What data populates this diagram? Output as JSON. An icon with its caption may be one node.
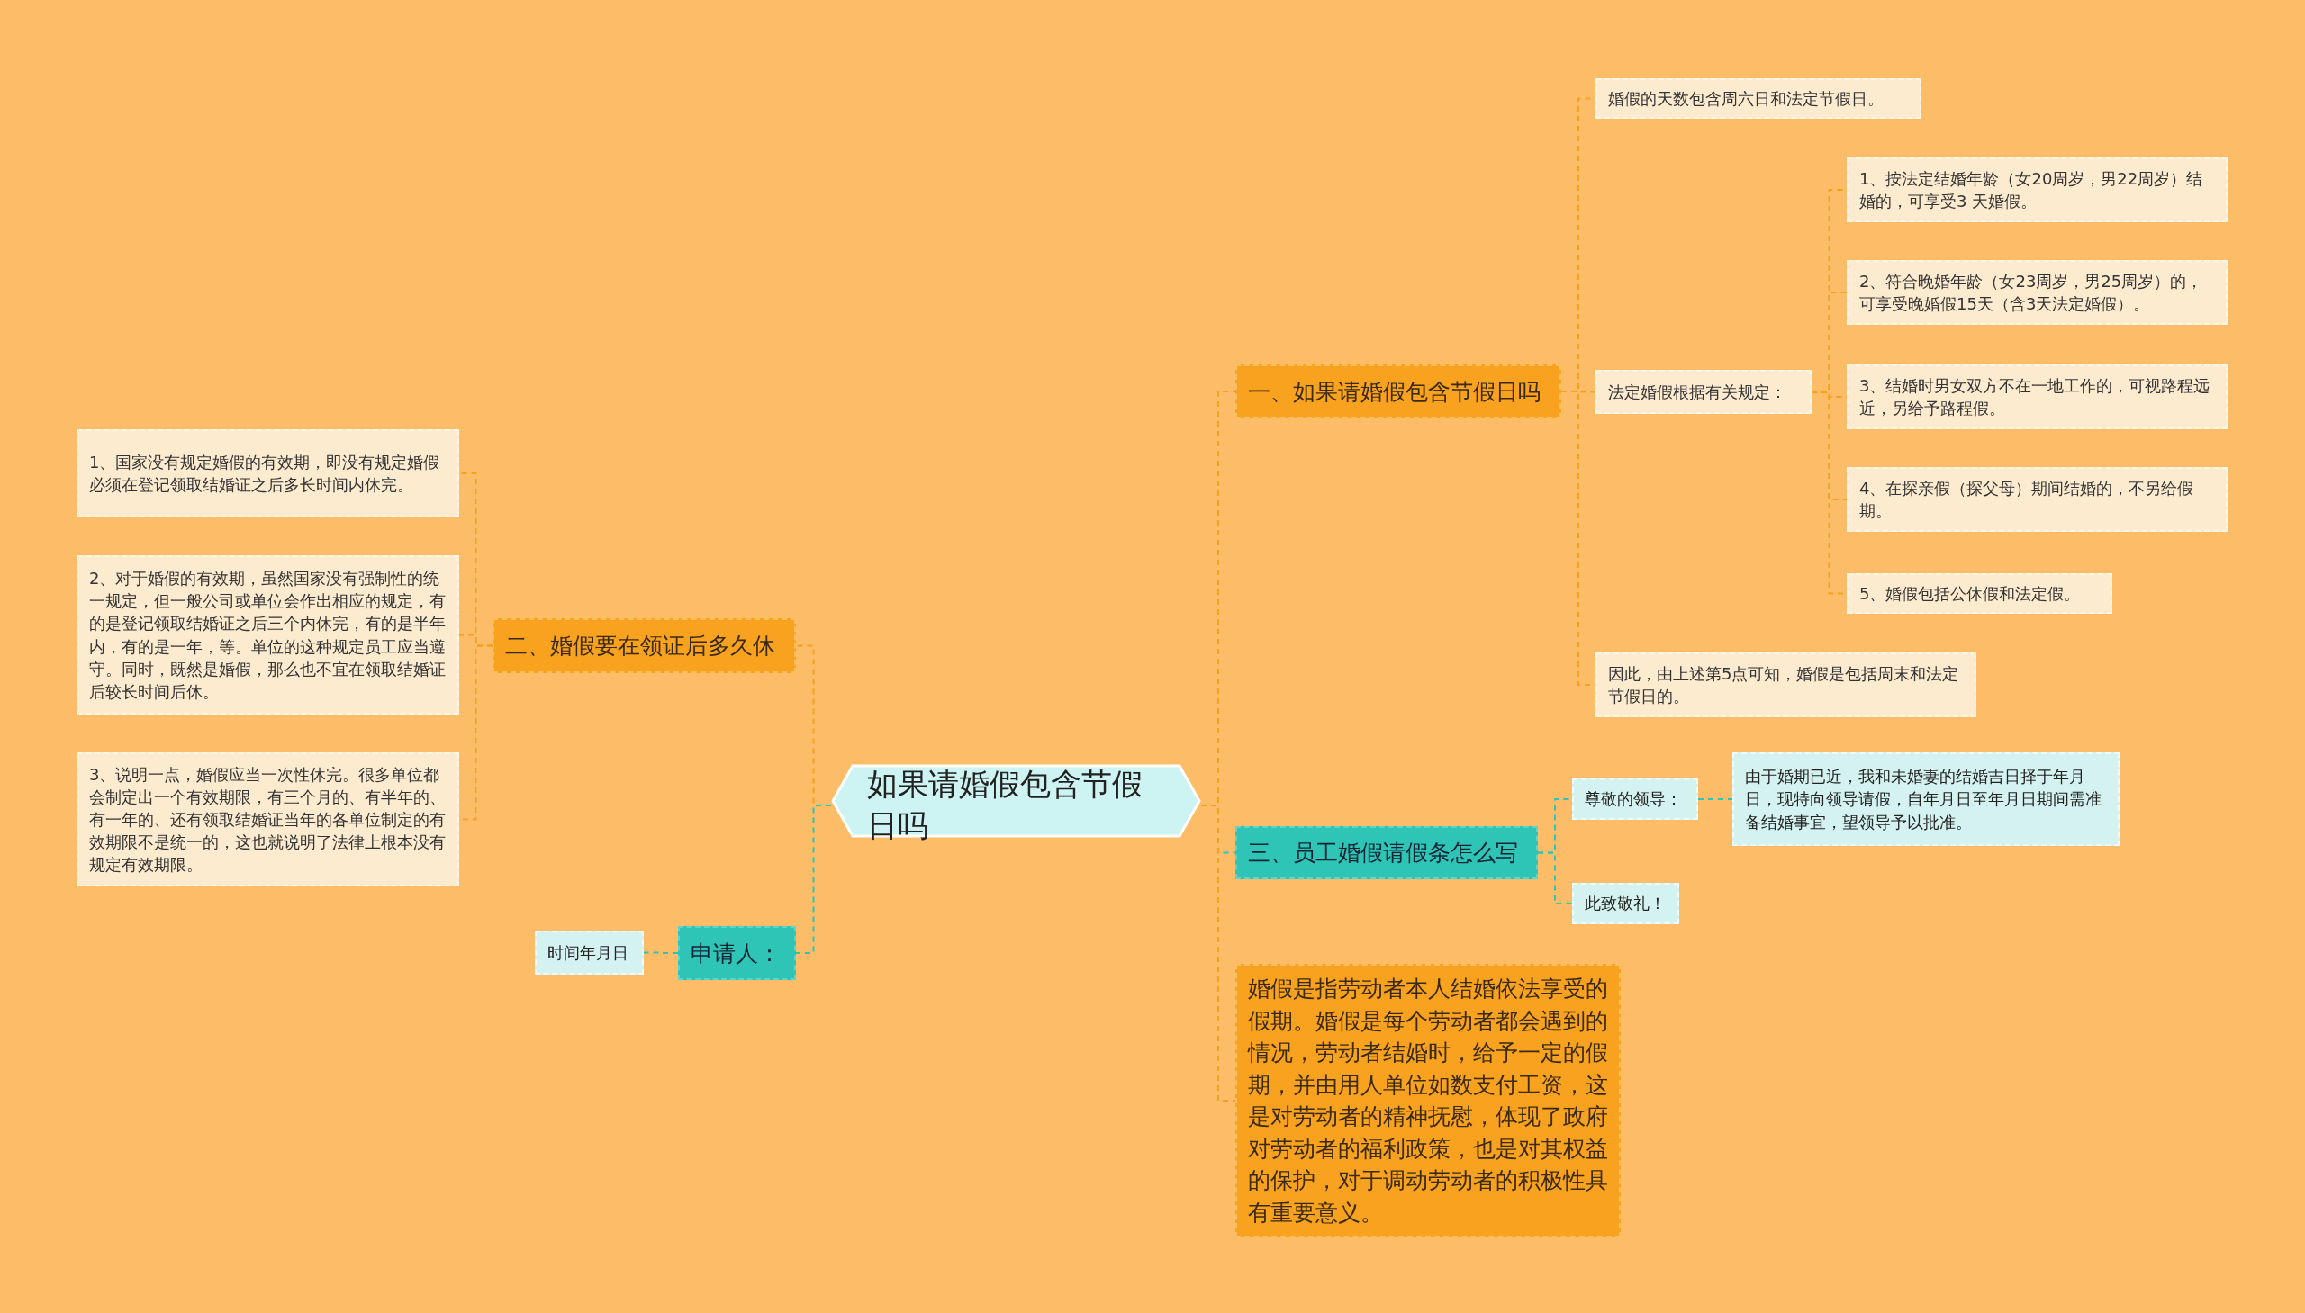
{
  "diagram": {
    "nodes": [
      {
        "text": [
          "如果请婚假包含节假日吗"
        ]
      },
      {
        "text": [
          "一、如果请婚假包含节假日吗"
        ]
      },
      {
        "text": [
          "婚假的天数包含周六日和法定节假日。"
        ]
      },
      {
        "text": [
          "法定婚假根据有关规定："
        ]
      },
      {
        "text": [
          "1、按法定结婚年龄（女20周岁，男22周岁）结婚的，可享受3 天婚假。"
        ]
      },
      {
        "text": [
          "2、符合晚婚年龄（女23周岁，男25周岁）的，可享受晚婚假15天（含3天法定婚假）。"
        ]
      },
      {
        "text": [
          "3、结婚时男女双方不在一地工作的，可视路程远近，另给予路程假。"
        ]
      },
      {
        "text": [
          "4、在探亲假（探父母）期间结婚的，不另给假期。"
        ]
      },
      {
        "text": [
          "5、婚假包括公休假和法定假。"
        ]
      },
      {
        "text": [
          "因此，由上述第5点可知，婚假是包括周末和法定节假日的。"
        ]
      },
      {
        "text": [
          "三、员工婚假请假条怎么写"
        ]
      },
      {
        "text": [
          "尊敬的领导："
        ]
      },
      {
        "text": [
          "由于婚期已近，我和未婚妻的结婚吉日择于年月日，现特向领导请假，自年月日至年月日期间需准备结婚事宜，望领导予以批准。"
        ]
      },
      {
        "text": [
          "此致敬礼！"
        ]
      },
      {
        "text": [
          "婚假是指劳动者本人结婚依法享受的假期。婚假是每个劳动者都会遇到的情况，劳动者结婚时，给予一定的假期，并由用人单位如数支付工资，这是对劳动者的精神抚慰，体现了政府对劳动者的福利政策，也是对其权益的保护，对于调动劳动者的积极性具有重要意义。"
        ]
      },
      {
        "text": [
          "二、婚假要在领证后多久休"
        ]
      },
      {
        "text": [
          "1、国家没有规定婚假的有效期，即没有规定婚假必须在登记领取结婚证之后多长时间内休完。"
        ]
      },
      {
        "text": [
          "2、对于婚假的有效期，虽然国家没有强制性的统一规定，但一般公司或单位会作出相应的规定，有的是登记领取结婚证之后三个内休完，有的是半年内，有的是一年，等。单位的这种规定员工应当遵守。同时，既然是婚假，那么也不宜在领取结婚证后较长时间后休。"
        ]
      },
      {
        "text": [
          "3、说明一点，婚假应当一次性休完。很多单位都会制定出一个有效期限，有三个月的、有半年的、有一年的、还有领取结婚证当年的各单位制定的有效期限不是统一的，这也就说明了法律上根本没有规定有效期限。"
        ]
      },
      {
        "text": [
          "申请人："
        ]
      },
      {
        "text": [
          "时间年月日"
        ]
      }
    ],
    "edges": [
      {
        "from": 0,
        "to": 1,
        "arrow": "none",
        "style": "dashed"
      },
      {
        "from": 1,
        "to": 2,
        "arrow": "none",
        "style": "dashed"
      },
      {
        "from": 1,
        "to": 3,
        "arrow": "none",
        "style": "dashed"
      },
      {
        "from": 3,
        "to": 4,
        "arrow": "none",
        "style": "dashed"
      },
      {
        "from": 3,
        "to": 5,
        "arrow": "none",
        "style": "dashed"
      },
      {
        "from": 3,
        "to": 6,
        "arrow": "none",
        "style": "dashed"
      },
      {
        "from": 3,
        "to": 7,
        "arrow": "none",
        "style": "dashed"
      },
      {
        "from": 3,
        "to": 8,
        "arrow": "none",
        "style": "dashed"
      },
      {
        "from": 1,
        "to": 9,
        "arrow": "none",
        "style": "dashed"
      },
      {
        "from": 0,
        "to": 10,
        "arrow": "none",
        "style": "dashed",
        "color": "#2ec4b6"
      },
      {
        "from": 10,
        "to": 11,
        "arrow": "none",
        "style": "dashed",
        "color": "#2ec4b6"
      },
      {
        "from": 11,
        "to": 12,
        "arrow": "none",
        "style": "dashed",
        "color": "#2ec4b6"
      },
      {
        "from": 10,
        "to": 13,
        "arrow": "none",
        "style": "dashed",
        "color": "#2ec4b6"
      },
      {
        "from": 0,
        "to": 14,
        "arrow": "none",
        "style": "dashed"
      },
      {
        "from": 0,
        "to": 15,
        "arrow": "none",
        "style": "dashed"
      },
      {
        "from": 15,
        "to": 16,
        "arrow": "none",
        "style": "dashed"
      },
      {
        "from": 15,
        "to": 17,
        "arrow": "none",
        "style": "dashed"
      },
      {
        "from": 15,
        "to": 18,
        "arrow": "none",
        "style": "dashed"
      },
      {
        "from": 0,
        "to": 19,
        "arrow": "none",
        "style": "dashed",
        "color": "#2ec4b6"
      },
      {
        "from": 19,
        "to": 20,
        "arrow": "none",
        "style": "dashed",
        "color": "#2ec4b6"
      }
    ]
  }
}
